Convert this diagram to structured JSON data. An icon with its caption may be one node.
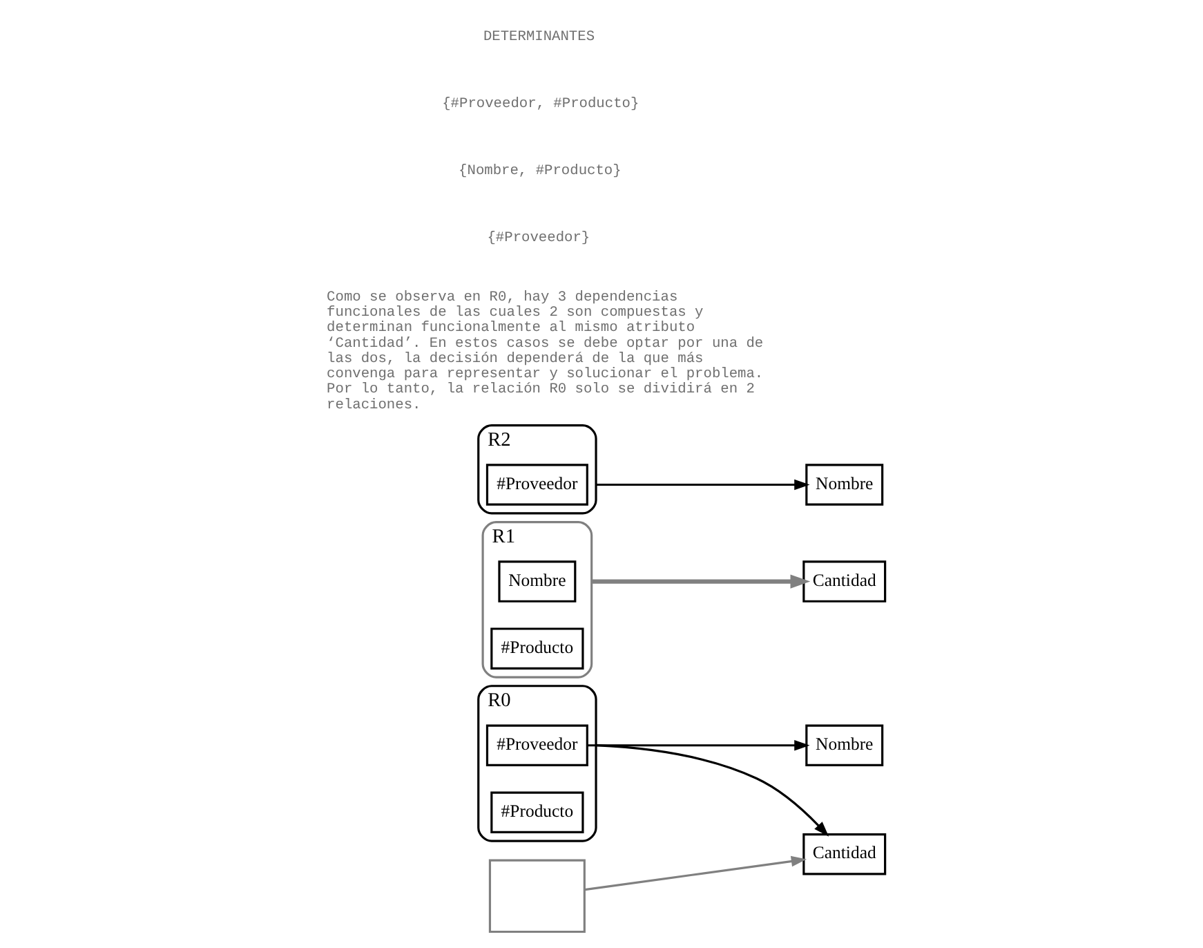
{
  "diagram": {
    "nodes": [
      {
        "text": [
          "R0"
        ]
      },
      {
        "text": [
          "#Proveedor"
        ],
        "in": 0
      },
      {
        "text": [
          "#Producto"
        ],
        "in": 0
      },
      {
        "text": [
          "Nombre"
        ]
      },
      {
        "text": [
          "Cantidad"
        ]
      },
      {
        "text": [],
        "shape": "box"
      },
      {
        "text": [
          "R1"
        ]
      },
      {
        "text": [
          "Nombre"
        ],
        "in": 6
      },
      {
        "text": [
          "#Producto"
        ],
        "in": 6
      },
      {
        "text": [
          "Cantidad"
        ]
      },
      {
        "text": [
          "R2"
        ]
      },
      {
        "text": [
          "#Proveedor"
        ],
        "in": 10
      },
      {
        "text": [
          "Nombre"
        ]
      }
    ],
    "edges": [
      {
        "from": 1,
        "to": 3,
        "arrow": "to"
      },
      {
        "from": 0,
        "to": 4,
        "arrow": "to"
      },
      {
        "from": 5,
        "to": 4,
        "arrow": "to",
        "color": "#808080"
      },
      {
        "from": 6,
        "to": 9,
        "arrow": "to",
        "color": "#808080",
        "style": "thick"
      },
      {
        "from": 10,
        "to": 12,
        "arrow": "to"
      }
    ],
    "labels": [
      "DETERMINANTES",
      "{#Proveedor, #Producto}",
      "{Nombre, #Producto}",
      "{#Proveedor}",
      "Como se observa en R0, hay 3 dependencias funcionales de las cuales 2 son compuestas y determinan funcionalmente al mismo atributo ‘Cantidad’. En estos casos se debe optar por una de las dos, la decisión dependerá de la que más convenga para representar y solucionar el problema. Por lo tanto, la relación R0 solo se dividirá en 2 relaciones."
    ]
  }
}
